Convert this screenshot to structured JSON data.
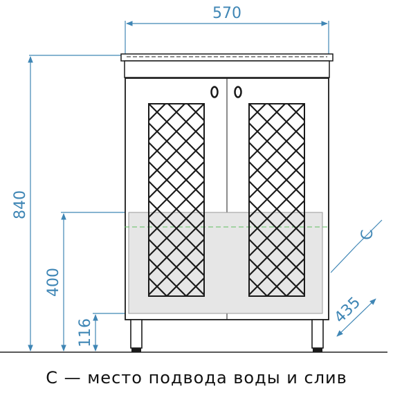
{
  "dimensions": {
    "width": "570",
    "height_total": "840",
    "height_zone": "400",
    "height_zone_bottom": "116",
    "depth": "435",
    "zone_marker": "C"
  },
  "caption": "С — место подвода воды и слив",
  "colors": {
    "dimension": "#3f86b5",
    "outline": "#1a1a1a",
    "zone_fill": "#e6e6e6",
    "zone_dash": "#5fbf5f"
  }
}
